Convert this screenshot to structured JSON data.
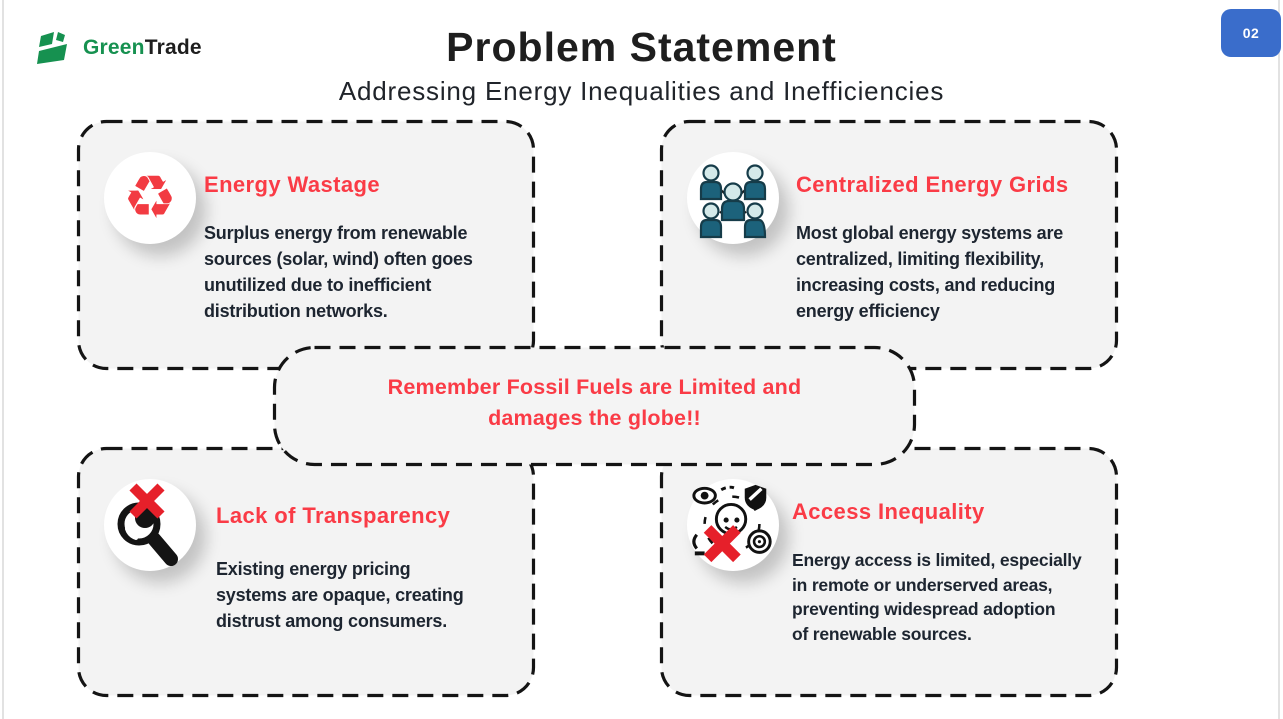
{
  "logo": {
    "name_green": "Green",
    "name_trade": "Trade"
  },
  "page_badge": "02",
  "header": {
    "title": "Problem Statement",
    "subtitle": "Addressing Energy Inequalities and Inefficiencies"
  },
  "callout": {
    "text": "Remember Fossil Fuels are Limited and\ndamages the globe!!"
  },
  "cards": [
    {
      "id": "energy-wastage",
      "icon": "recycle-icon",
      "title": "Energy Wastage",
      "body": "Surplus energy from renewable\nsources (solar, wind) often goes\nunutilized due to inefficient\ndistribution networks."
    },
    {
      "id": "centralized-energy-grids",
      "icon": "people-network-icon",
      "title": "Centralized Energy Grids",
      "body": "Most global energy systems are\ncentralized, limiting flexibility,\nincreasing costs, and reducing\nenergy efficiency"
    },
    {
      "id": "lack-of-transparency",
      "icon": "magnifier-cross-icon",
      "title": "Lack of Transparency",
      "body": "Existing energy pricing\nsystems are opaque, creating\ndistrust among consumers."
    },
    {
      "id": "access-inequality",
      "icon": "identity-denied-icon",
      "title": "Access Inequality",
      "body": "Energy access is limited, especially\nin remote or underserved areas,\npreventing widespread adoption\nof renewable sources."
    }
  ],
  "icons": {
    "recycle_glyph": "♻"
  },
  "colors": {
    "accent_red": "#fa3b46",
    "x_red": "#e6202a",
    "badge_blue": "#3a6dcb",
    "logo_green": "#169150",
    "card_bg": "#f3f3f3",
    "callout_bg": "#f4f4f4",
    "ink": "#1d2530",
    "title_ink": "#1e1e1e",
    "border_ink": "#141414"
  }
}
